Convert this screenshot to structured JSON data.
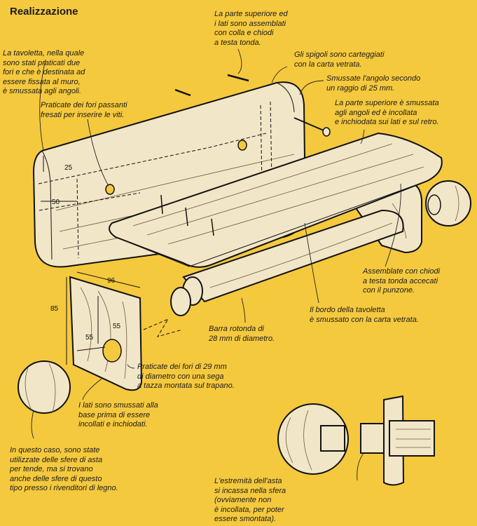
{
  "title": "Realizzazione",
  "notes": {
    "top_joint": "La parte superiore ed\ni lati sono assemblati\ncon colla e chiodi\na testa tonda.",
    "backboard": "La tavoletta, nella quale\nsono stati praticati due\nfori e che è destinata ad\nessere fissata al muro,\nè smussata agli angoli.",
    "edges_sanded": "Gli spigoli sono carteggiati\ncon la carta vetrata.",
    "corner_radius": "Smussate l'angolo secondo\nun raggio di 25 mm.",
    "screw_holes": "Praticate dei fori passanti\nfresati per inserire le viti.",
    "top_part": "La parte superiore è smussata\nagli angoli ed è incollata\ne inchiodata sui lati e sul retro.",
    "nails": "Assemblate con chiodi\na testa tonda accecati\ncon il punzone.",
    "board_edge": "Il bordo della tavoletta\nè smussato con la carta vetrata.",
    "rod": "Barra rotonda di\n28 mm di diametro.",
    "holes_29": "Praticate dei fori di 29 mm\ndi diametro con una sega\na tazza montata sul trapano.",
    "sides_rounded": "I lati sono smussati alla\nbase prima di essere\nincollati e inchiodati.",
    "spheres": "In questo caso, sono state\nutilizzate delle sfere di asta\nper tende, ma si trovano\nanche delle sfere di questo\ntipo presso i rivenditori di legno.",
    "rod_end": "L'estremità dell'asta\nsi incassa nella sfera\n(ovviamente non\nè incollata, per poter\nessere smontata)."
  },
  "dimensions": {
    "back_25": "25",
    "back_50": "50",
    "side_96": "96",
    "side_85": "85",
    "side_55a": "55",
    "side_55b": "55"
  },
  "colors": {
    "background": "#f5c93e",
    "wood": "#f2e6c8",
    "ink": "#111111"
  }
}
